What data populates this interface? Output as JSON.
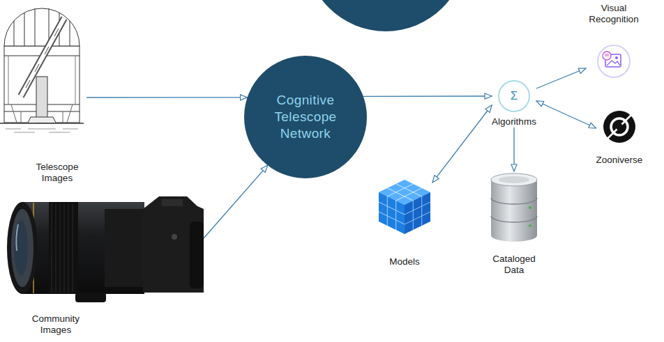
{
  "diagram": {
    "nodes": [
      {
        "text": [
          "Telescope Images"
        ]
      },
      {
        "text": [
          "Community Images"
        ]
      },
      {
        "text": [
          "Cognitive Telescope Network"
        ]
      },
      {
        "text": [
          "Σ",
          "Algorithms"
        ]
      },
      {
        "text": [
          "Visual Recognition"
        ]
      },
      {
        "text": [
          "Zooniverse"
        ]
      },
      {
        "text": [
          "Models"
        ]
      },
      {
        "text": [
          "Cataloged Data"
        ]
      }
    ],
    "edges": [
      {
        "from": 0,
        "to": 2,
        "arrow": "to"
      },
      {
        "from": 1,
        "to": 2,
        "arrow": "to"
      },
      {
        "from": 2,
        "to": 3,
        "arrow": "to"
      },
      {
        "from": 3,
        "to": 4,
        "arrow": "to"
      },
      {
        "from": 3,
        "to": 5,
        "arrow": "both"
      },
      {
        "from": 3,
        "to": 6,
        "arrow": "both"
      },
      {
        "from": 3,
        "to": 7,
        "arrow": "to"
      }
    ]
  }
}
